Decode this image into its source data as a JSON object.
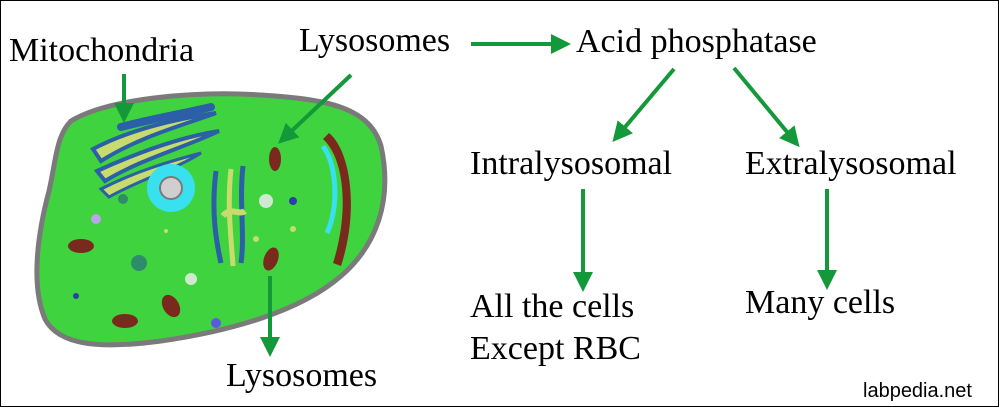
{
  "labels": {
    "mitochondria": "Mitochondria",
    "lysosomes_top": "Lysosomes",
    "acid_phosphatase": "Acid phosphatase",
    "intralysosomal": "Intralysosomal",
    "extralysosomal": "Extralysosomal",
    "all_cells_line1": "All the cells",
    "all_cells_line2": "Except RBC",
    "many_cells": "Many cells",
    "lysosomes_bottom": "Lysosomes",
    "watermark": "labpedia.net"
  },
  "colors": {
    "arrow": "#14993a",
    "cytoplasm": "#3fd43f",
    "cell_border": "#7a7a7a",
    "golgi": "#c8dc6e",
    "er": "#2b5fa8",
    "nucleus": "#38e0f0",
    "lysosome": "#7a2a1c"
  }
}
